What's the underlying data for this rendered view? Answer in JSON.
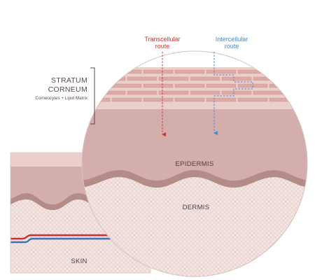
{
  "labels": {
    "stratum_corneum_line1": "STRATUM",
    "stratum_corneum_line2": "CORNEUM",
    "stratum_corneum_sub": "Corneocytes + Lipid Matrix",
    "transcellular_line1": "Transcellular",
    "transcellular_line2": "route",
    "intercellular_line1": "Intercellular",
    "intercellular_line2": "route",
    "epidermis": "EPIDERMIS",
    "dermis": "DERMIS",
    "skin": "SKIN"
  },
  "colors": {
    "transcellular": "#c23a35",
    "intercellular": "#4d86c4",
    "epidermis": "#d4aeac",
    "epidermis_light": "#dcbab8",
    "stratum_corneum": "#ebcfcc",
    "corneocyte_fill": "#dba9a6",
    "basal_layer": "#b38c8a",
    "dermis": "#f4e6e3",
    "text": "#5a4a4a",
    "blood_red": "#c92f2e",
    "blood_blue": "#3f6fb8"
  },
  "icons": {
    "bracket": "stratum-corneum-bracket-icon",
    "transcellular_arrow": "transcellular-arrow-icon",
    "intercellular_arrow": "intercellular-arrow-icon"
  }
}
